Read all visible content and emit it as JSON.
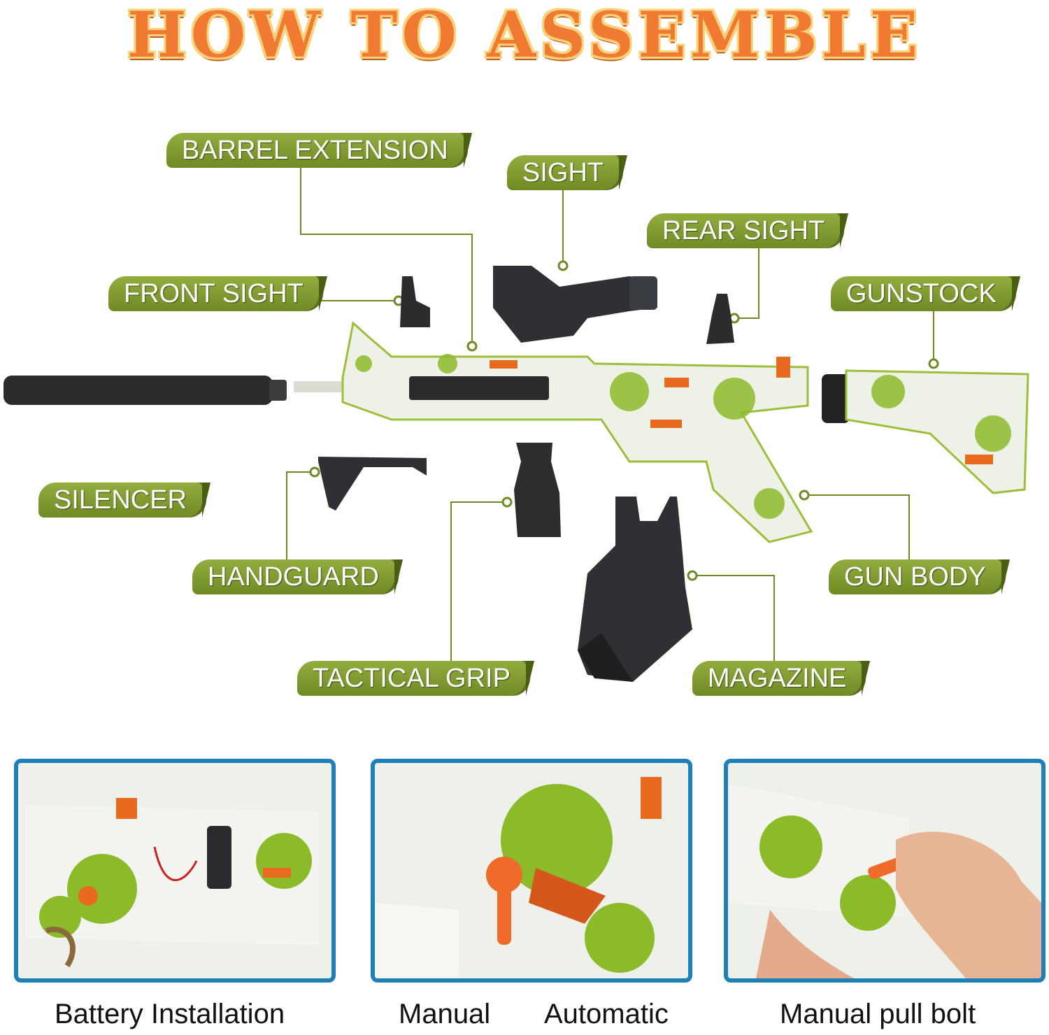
{
  "header": {
    "title": "HOW TO ASSEMBLE"
  },
  "labels": {
    "barrel_extension": "BARREL EXTENSION",
    "sight": "SIGHT",
    "rear_sight": "REAR SIGHT",
    "front_sight": "FRONT SIGHT",
    "gunstock": "GUNSTOCK",
    "silencer": "SILENCER",
    "handguard": "HANDGUARD",
    "gun_body": "GUN BODY",
    "tactical_grip": "TACTICAL GRIP",
    "magazine": "MAGAZINE"
  },
  "captions": {
    "battery": "Battery Installation",
    "manual": "Manual",
    "automatic": "Automatic",
    "pull_bolt": "Manual pull bolt"
  },
  "colors": {
    "label_green": "#7f9a30",
    "title_orange": "#f07a32",
    "panel_border": "#1f7fb8",
    "leader_line": "#6f8a24"
  }
}
